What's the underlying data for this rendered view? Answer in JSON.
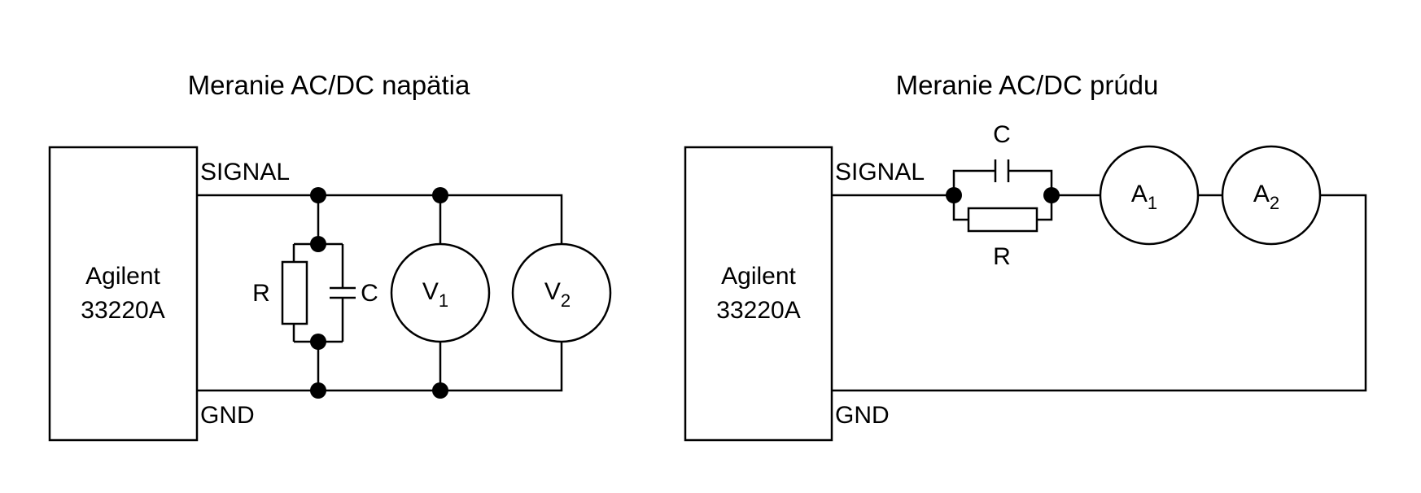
{
  "left": {
    "title": "Meranie AC/DC napätia",
    "generator_line1": "Agilent",
    "generator_line2": "33220A",
    "signal_label": "SIGNAL",
    "gnd_label": "GND",
    "resistor_label": "R",
    "capacitor_label": "C",
    "meter1": {
      "letter": "V",
      "index": "1"
    },
    "meter2": {
      "letter": "V",
      "index": "2"
    }
  },
  "right": {
    "title": "Meranie AC/DC prúdu",
    "generator_line1": "Agilent",
    "generator_line2": "33220A",
    "signal_label": "SIGNAL",
    "gnd_label": "GND",
    "resistor_label": "R",
    "capacitor_label": "C",
    "meter1": {
      "letter": "A",
      "index": "1"
    },
    "meter2": {
      "letter": "A",
      "index": "2"
    }
  }
}
